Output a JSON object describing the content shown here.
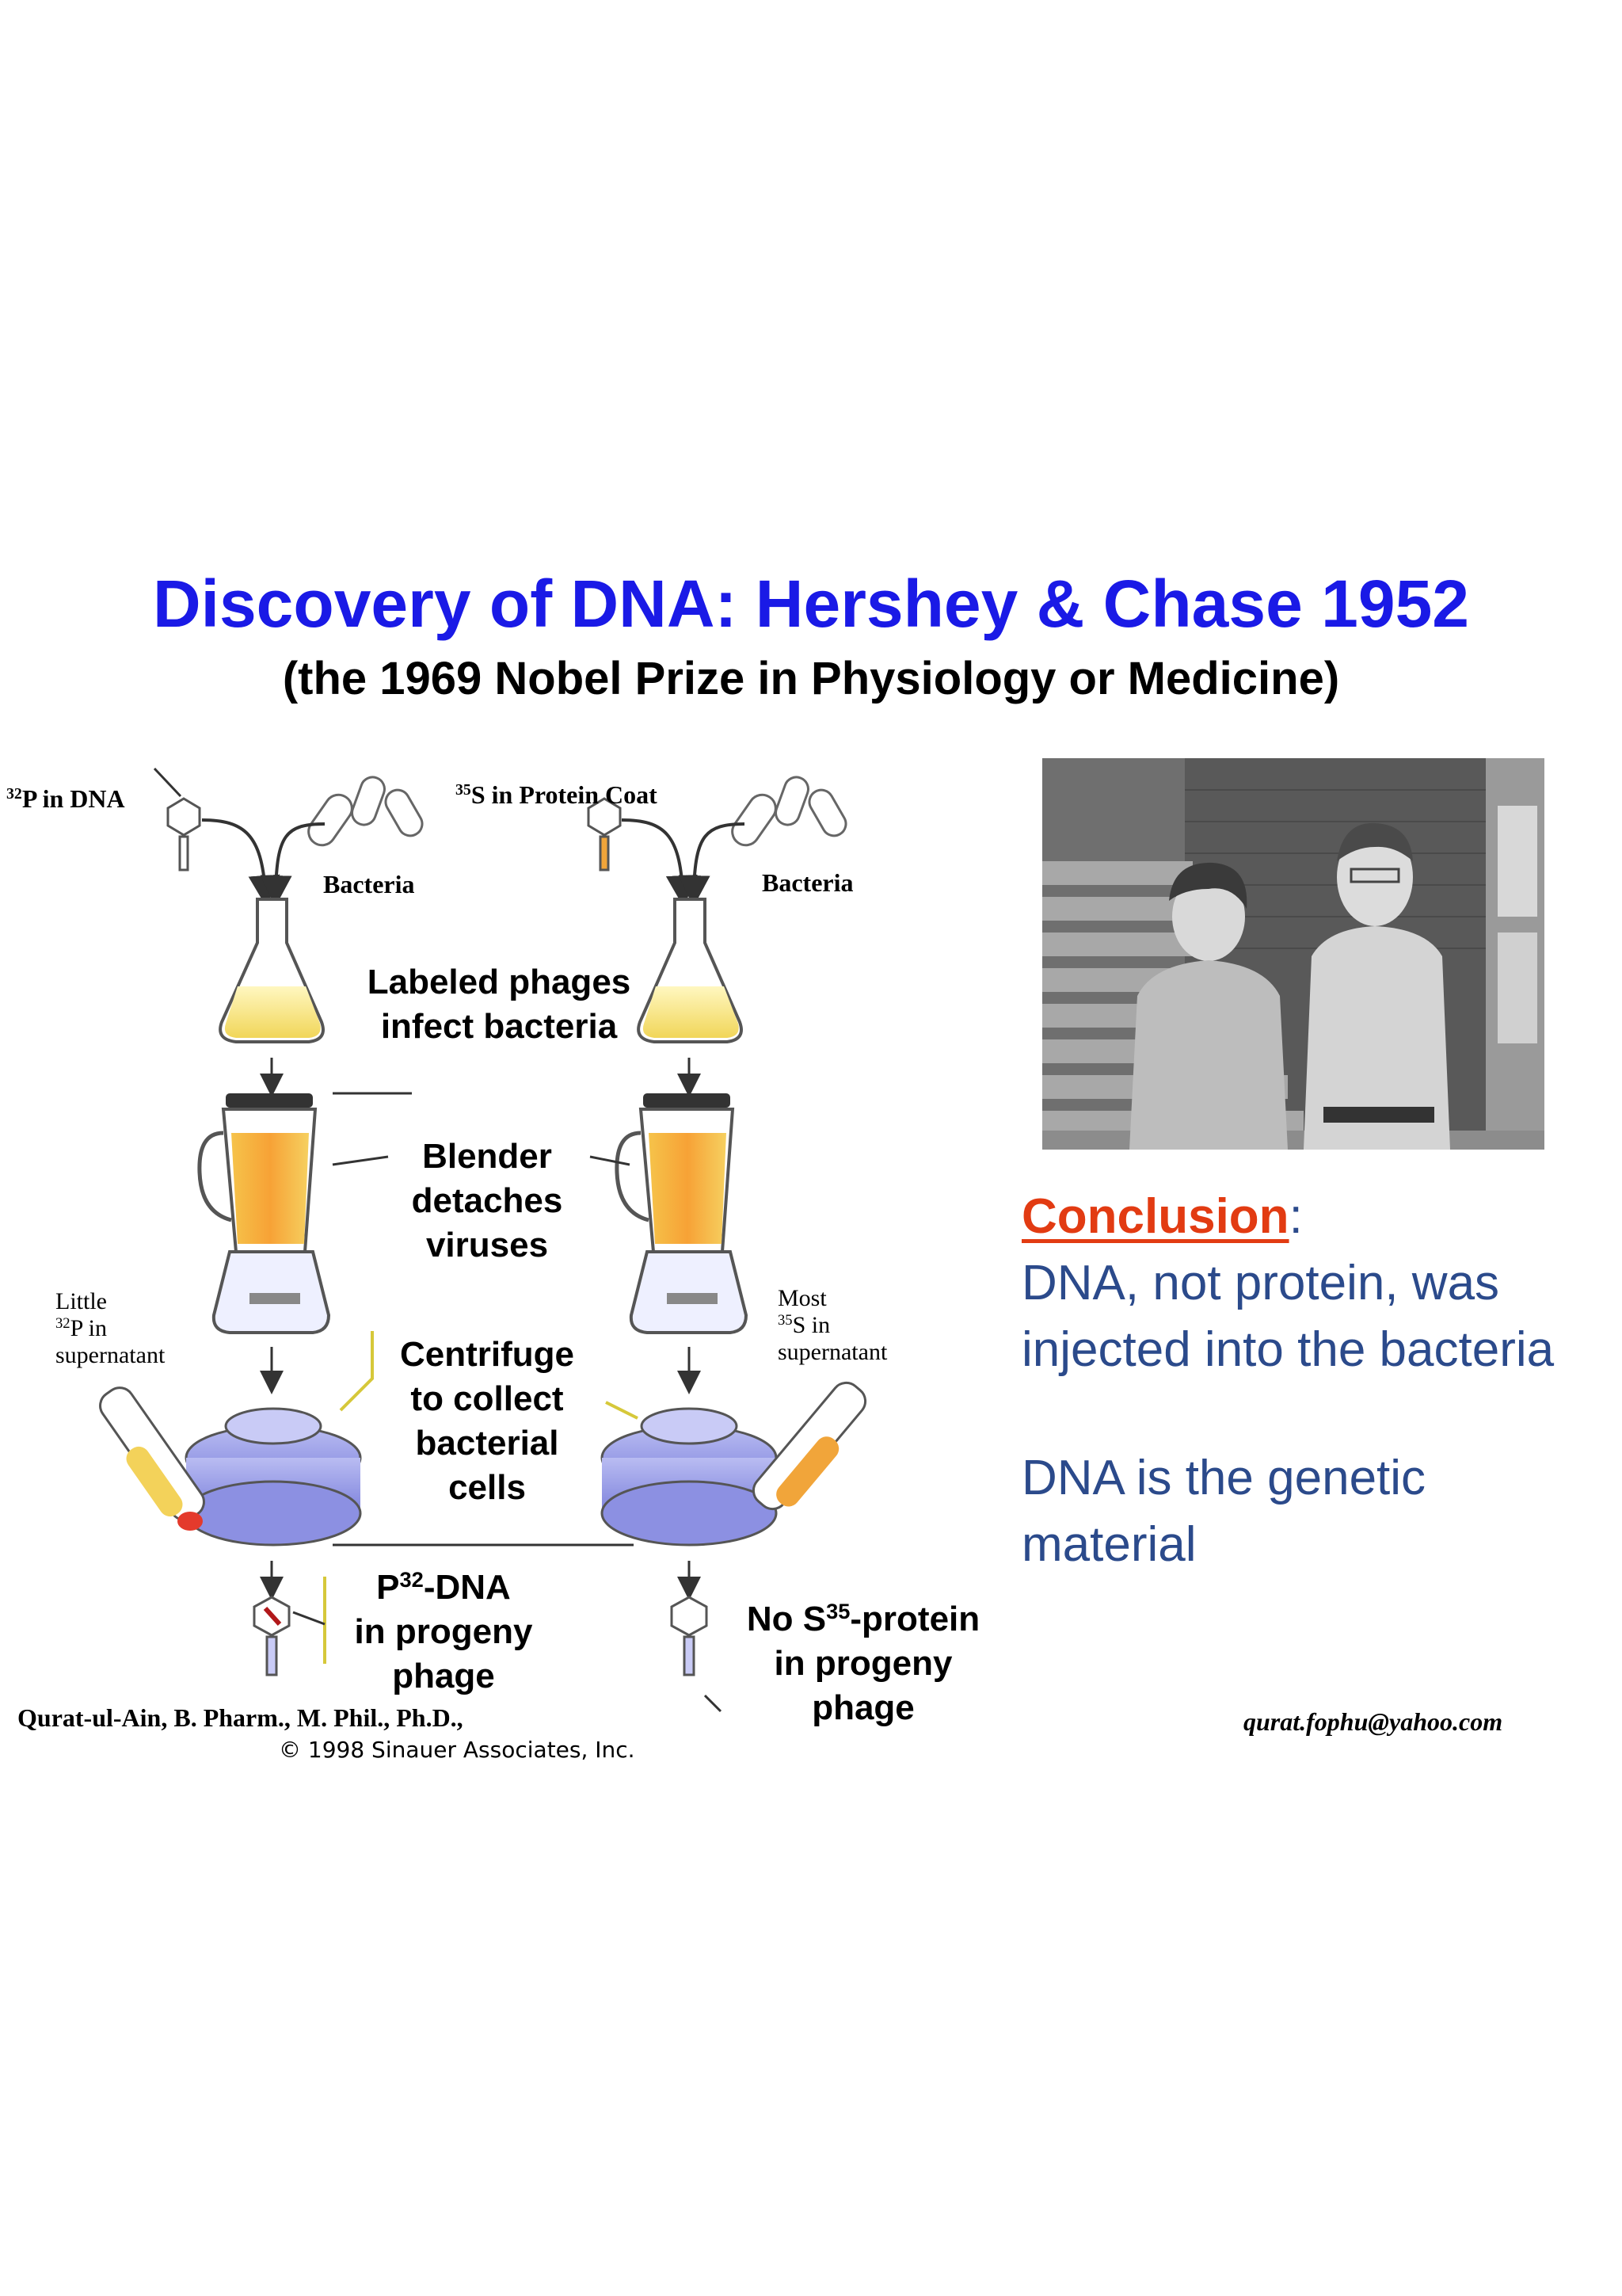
{
  "header": {
    "title": "Discovery of DNA: Hershey & Chase 1952",
    "subtitle": "(the 1969 Nobel Prize in Physiology or Medicine)"
  },
  "diagram": {
    "left_label": {
      "sup": "32",
      "text": "P in DNA"
    },
    "right_label": {
      "sup": "35",
      "text": "S in Protein Coat"
    },
    "bacteria_left": "Bacteria",
    "bacteria_right": "Bacteria",
    "infect_line1": "Labeled phages",
    "infect_line2": "infect bacteria",
    "blender_line1": "Blender",
    "blender_line2": "detaches",
    "blender_line3": "viruses",
    "little": {
      "line1": "Little",
      "sup": "32",
      "line2": "P in",
      "line3": "supernatant"
    },
    "most": {
      "line1": "Most",
      "sup": "35",
      "line2": "S in",
      "line3": "supernatant"
    },
    "centrifuge_line1": "Centrifuge",
    "centrifuge_line2": "to collect",
    "centrifuge_line3": "bacterial",
    "centrifuge_line4": "cells",
    "progeny_left": {
      "prefix": "P",
      "sup": "32",
      "suffix": "-DNA",
      "line2": "in progeny",
      "line3": "phage"
    },
    "progeny_right": {
      "prefix": "No S",
      "sup": "35",
      "suffix": "-protein",
      "line2": "in progeny",
      "line3": "phage"
    }
  },
  "conclusion": {
    "heading": "Conclusion",
    "colon": ":",
    "line1": "DNA, not protein, was",
    "line2": "injected into the bacteria",
    "line3": "DNA is the genetic",
    "line4": "material"
  },
  "footer": {
    "author": "Qurat-ul-Ain, B. Pharm., M. Phil., Ph.D.,",
    "copyright": "© 1998 Sinauer Associates, Inc.",
    "email": "qurat.fophu@yahoo.com"
  },
  "colors": {
    "title": "#1a1ae6",
    "conclusion_heading": "#e23b12",
    "conclusion_text": "#2b4a8b",
    "equipment": "#9a9ee8",
    "liquid": "#f5e27a"
  }
}
